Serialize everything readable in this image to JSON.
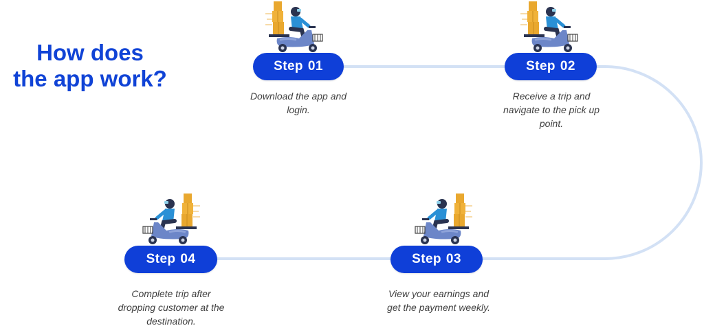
{
  "heading": {
    "line1": "How does",
    "line2": "the app work?"
  },
  "steps": [
    {
      "word": "Step",
      "number": "01",
      "description": "Download the app and login."
    },
    {
      "word": "Step",
      "number": "02",
      "description": "Receive a trip and navigate to the pick up point."
    },
    {
      "word": "Step",
      "number": "03",
      "description": "View your earnings and get the payment weekly."
    },
    {
      "word": "Step",
      "number": "04",
      "description": "Complete trip after dropping customer at the destination."
    }
  ],
  "icons": [
    "delivery-scooter-icon"
  ],
  "colors": {
    "accent": "#0f3fd8",
    "heading": "#1043d6",
    "connector": "#d3e1f5",
    "scooter": "#6c86c8",
    "rider_shirt": "#2a90d6",
    "boxes": "#f0b23a"
  }
}
